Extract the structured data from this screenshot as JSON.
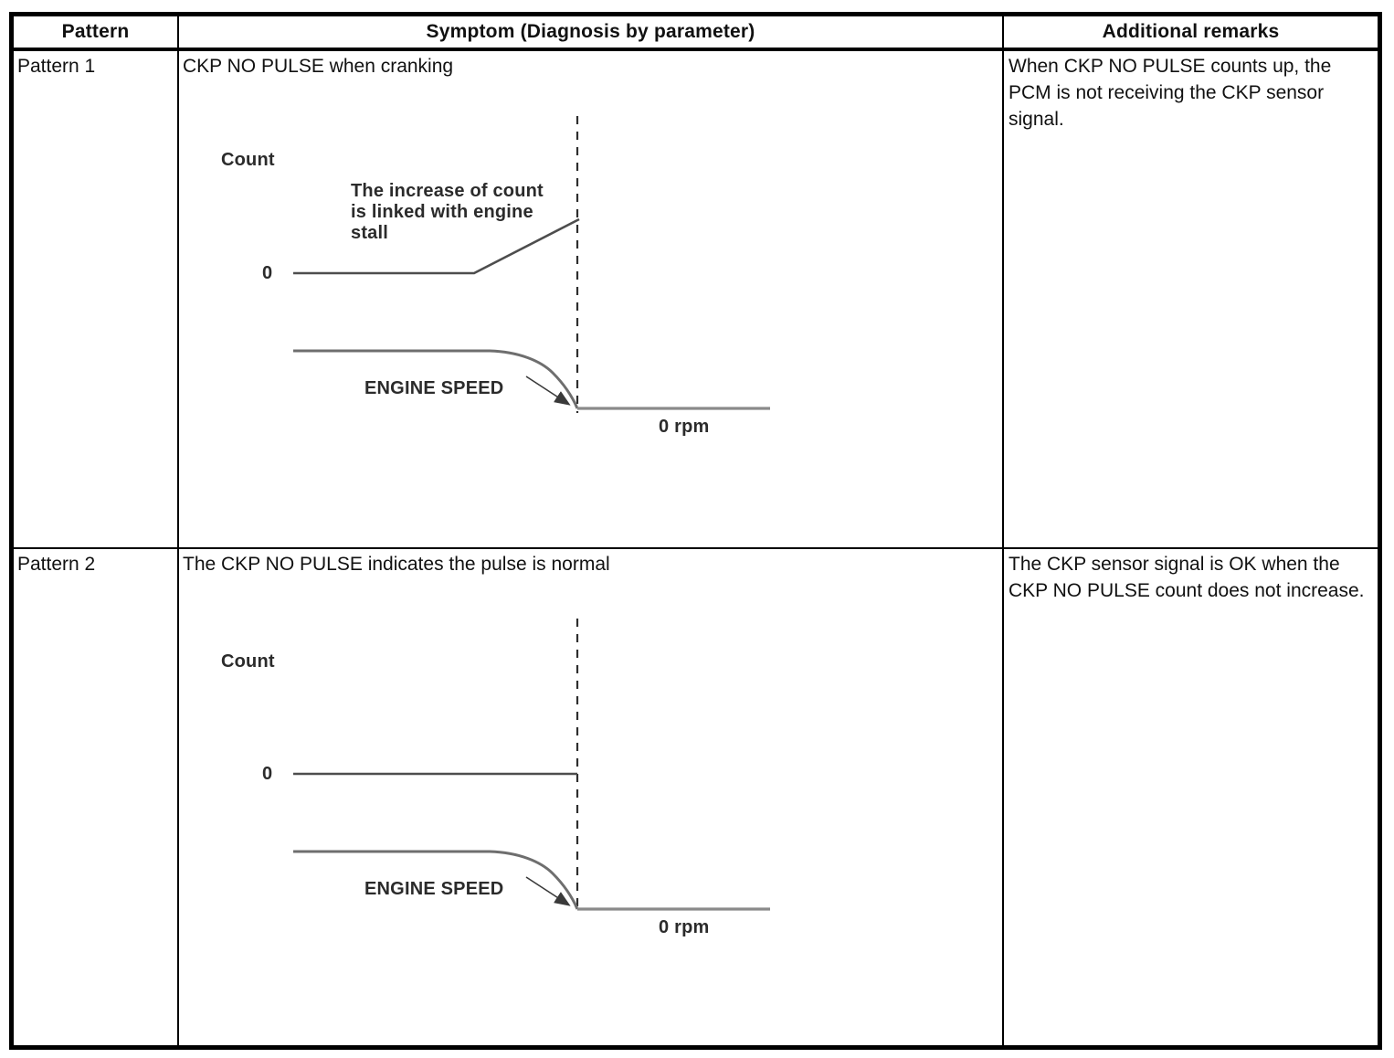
{
  "table": {
    "headers": {
      "pattern": "Pattern",
      "symptom": "Symptom (Diagnosis by parameter)",
      "remarks": "Additional remarks"
    },
    "rows": [
      {
        "pattern": "Pattern 1",
        "symptom": "CKP NO PULSE when cranking",
        "remarks": "When CKP NO PULSE counts up, the PCM is not receiving the CKP sensor signal.",
        "diagram": {
          "count_axis_label": "Count",
          "count_zero_label": "0",
          "annotation": "The increase of count\nis linked with engine\nstall",
          "engine_speed_label": "ENGINE SPEED",
          "zero_rpm_label": "0 rpm"
        }
      },
      {
        "pattern": "Pattern 2",
        "symptom": "The CKP NO PULSE indicates the pulse is normal",
        "remarks": "The CKP sensor signal is OK when the CKP NO PULSE count does not increase.",
        "diagram": {
          "count_axis_label": "Count",
          "count_zero_label": "0",
          "engine_speed_label": "ENGINE SPEED",
          "zero_rpm_label": "0 rpm"
        }
      }
    ]
  },
  "colors": {
    "border": "#000000",
    "count_trace": "#4d4d4d",
    "engine_speed_trace": "#6e6e6e",
    "zero_rpm_trace": "#8a8a8a",
    "dashed_event_line": "#2e2e2e",
    "arrow": "#3a3a3a"
  }
}
